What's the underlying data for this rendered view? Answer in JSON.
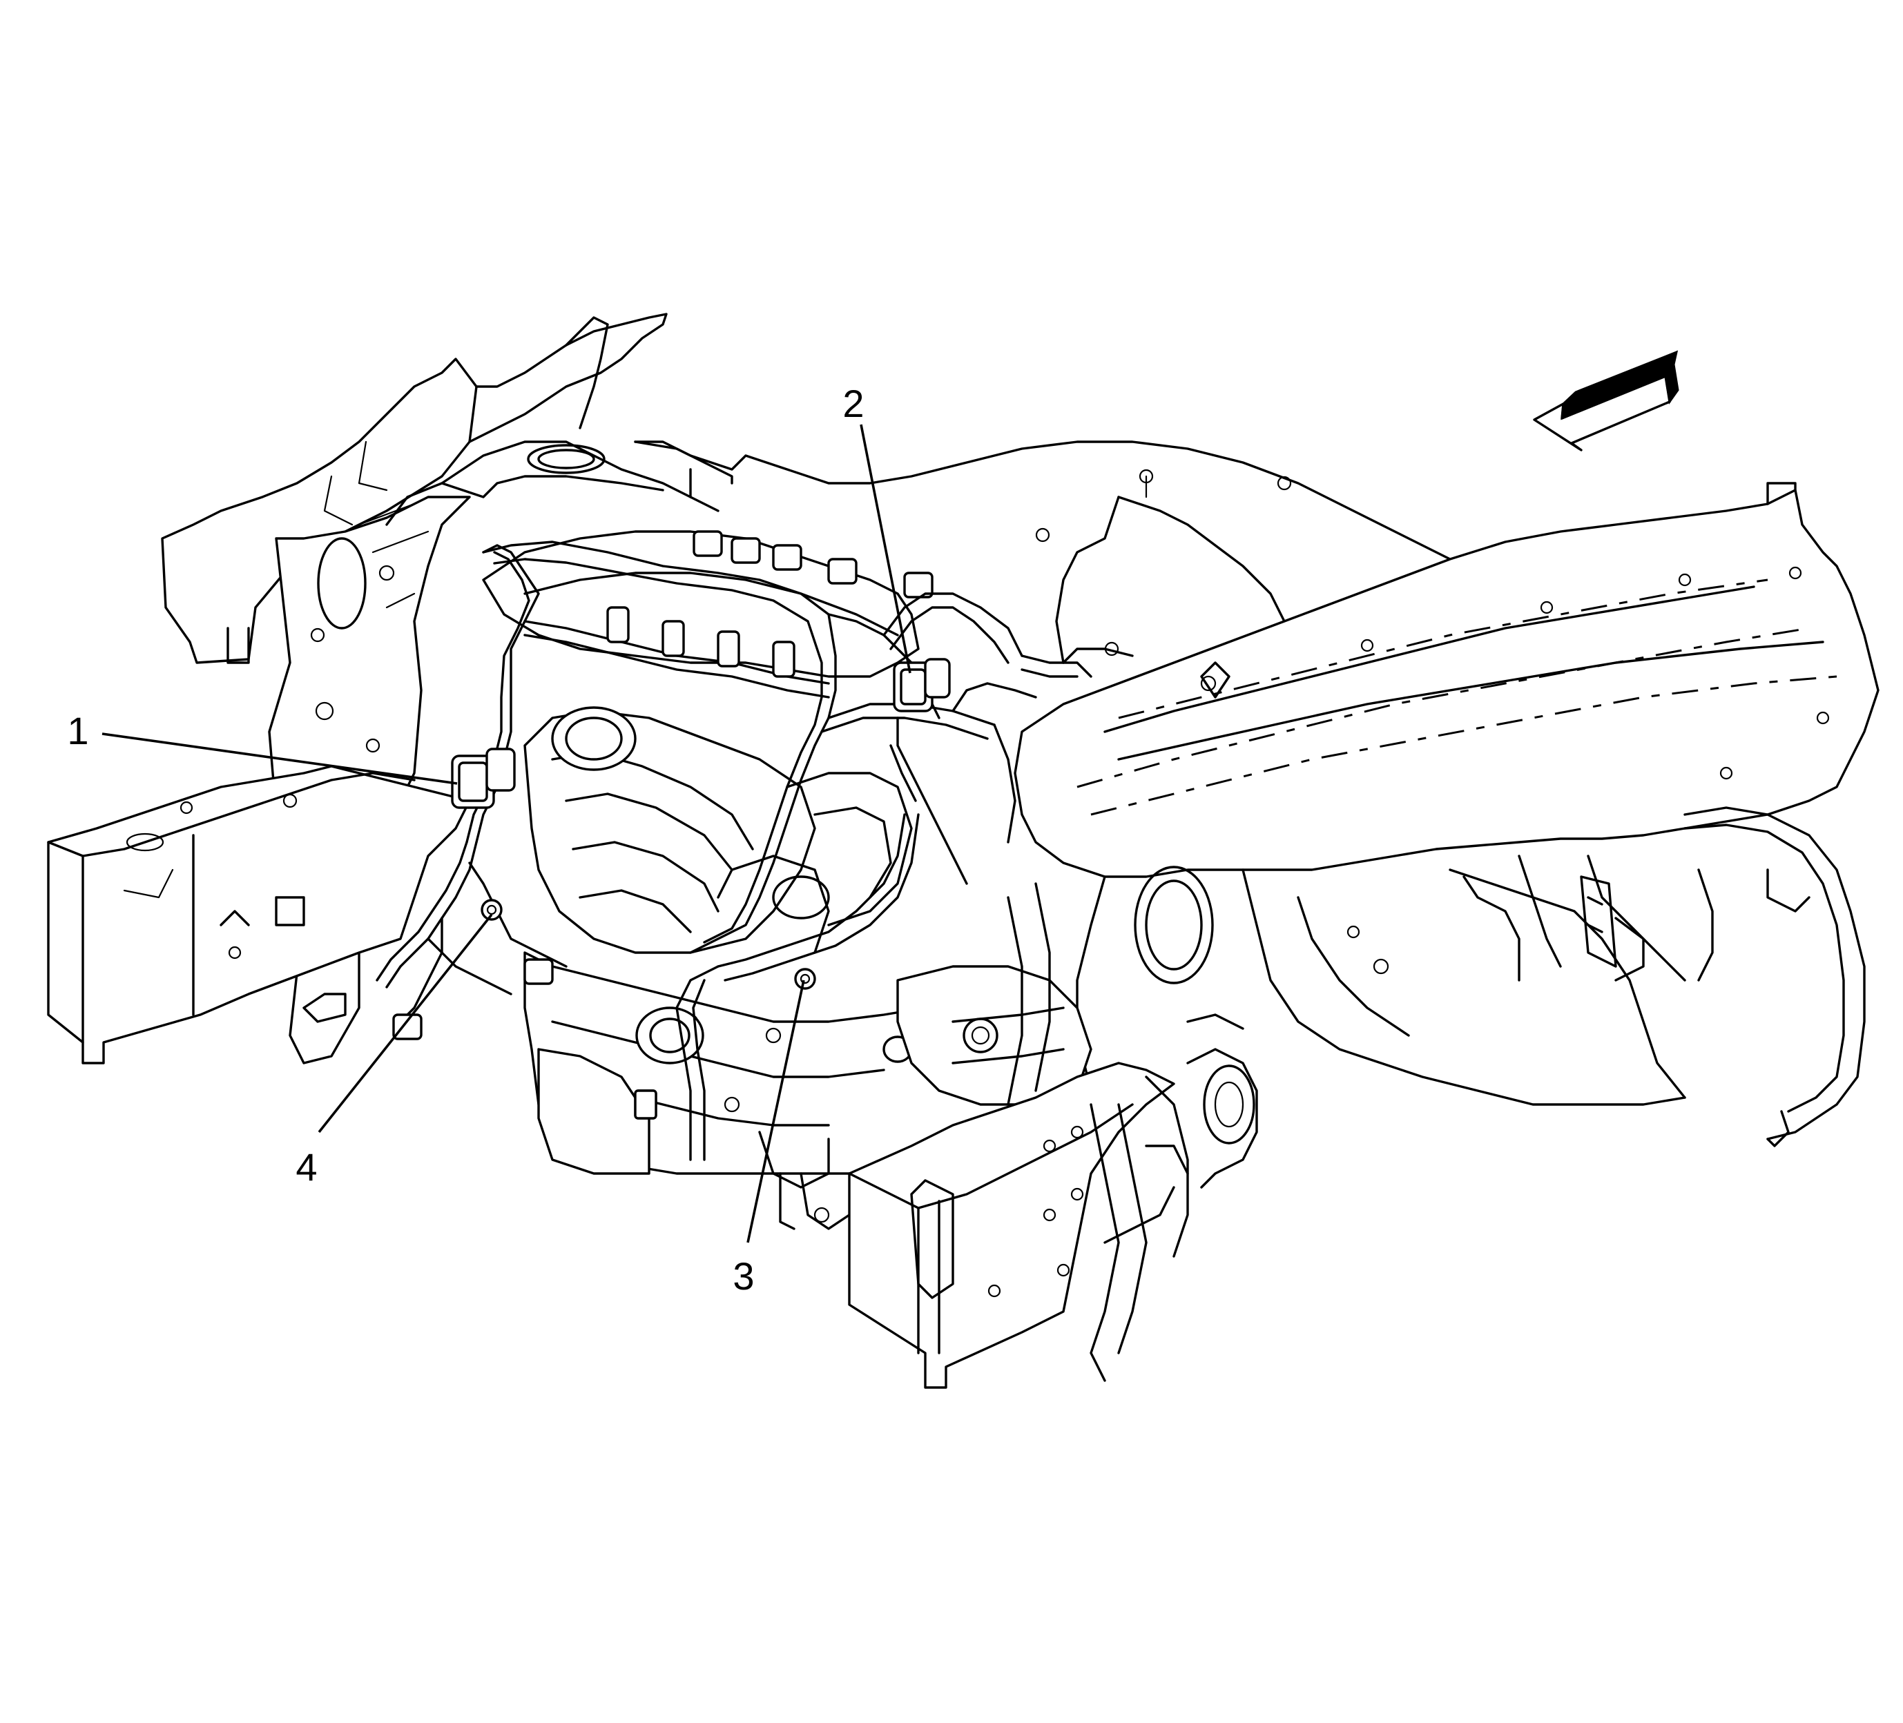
{
  "callouts": [
    {
      "id": "1",
      "label": "1"
    },
    {
      "id": "2",
      "label": "2"
    },
    {
      "id": "3",
      "label": "3"
    },
    {
      "id": "4",
      "label": "4"
    }
  ],
  "icons": {
    "direction_arrow": "front-of-vehicle-arrow-icon"
  },
  "colors": {
    "line": "#000000",
    "background": "#ffffff"
  }
}
